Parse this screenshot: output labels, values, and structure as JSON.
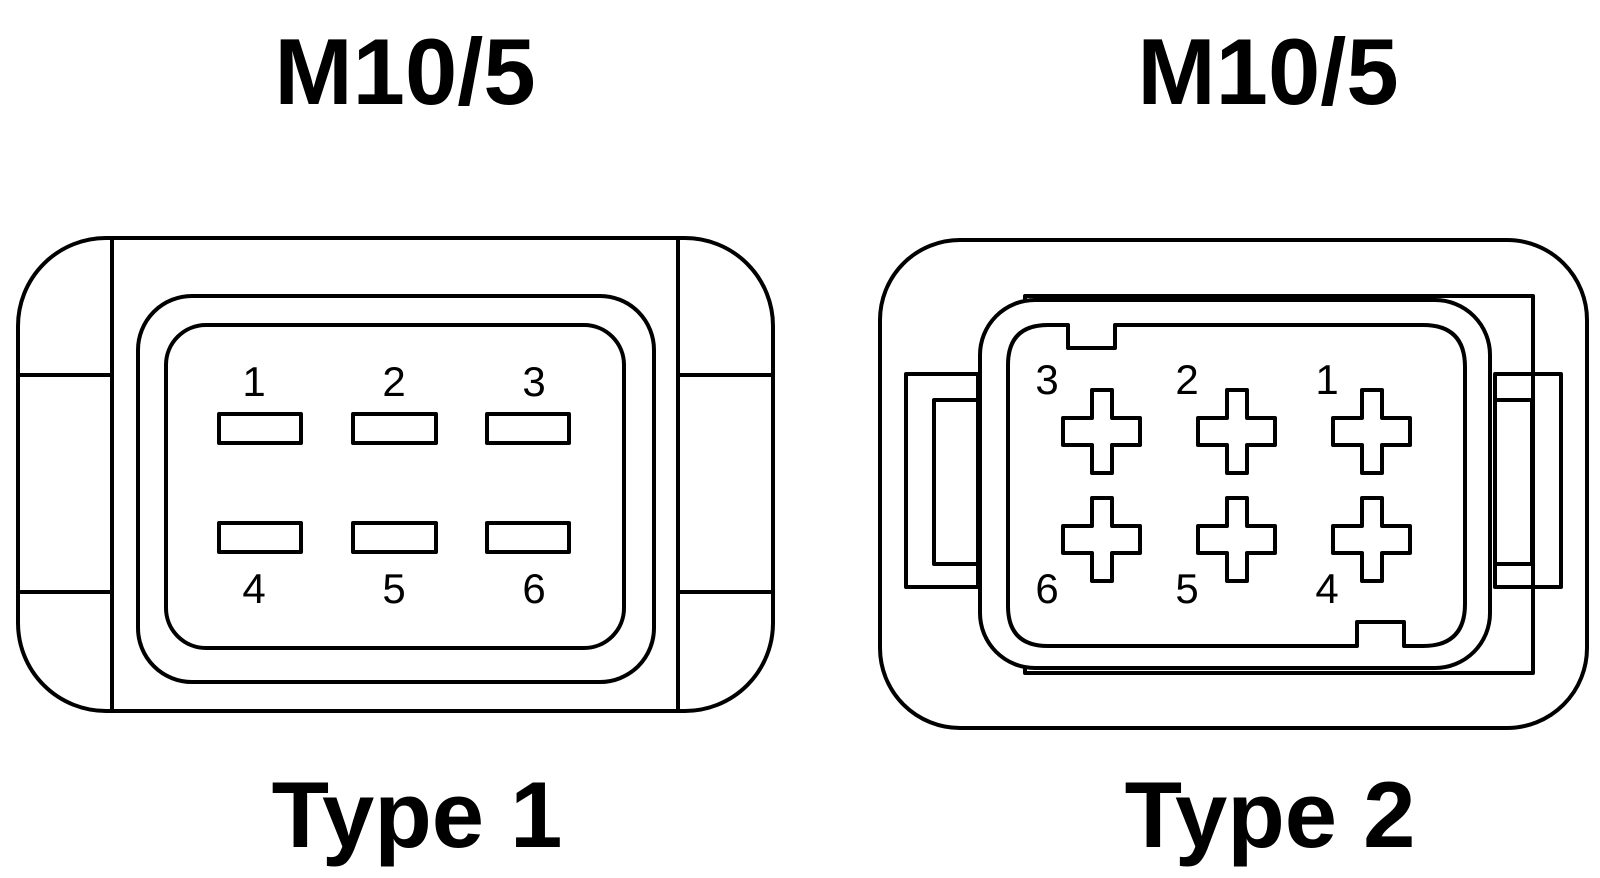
{
  "connectors": [
    {
      "title": "M10/5",
      "caption": "Type 1",
      "pins": [
        "1",
        "2",
        "3",
        "4",
        "5",
        "6"
      ]
    },
    {
      "title": "M10/5",
      "caption": "Type 2",
      "pins": [
        "3",
        "2",
        "1",
        "6",
        "5",
        "4"
      ]
    }
  ],
  "colors": {
    "line": "#000000",
    "background": "#ffffff"
  }
}
